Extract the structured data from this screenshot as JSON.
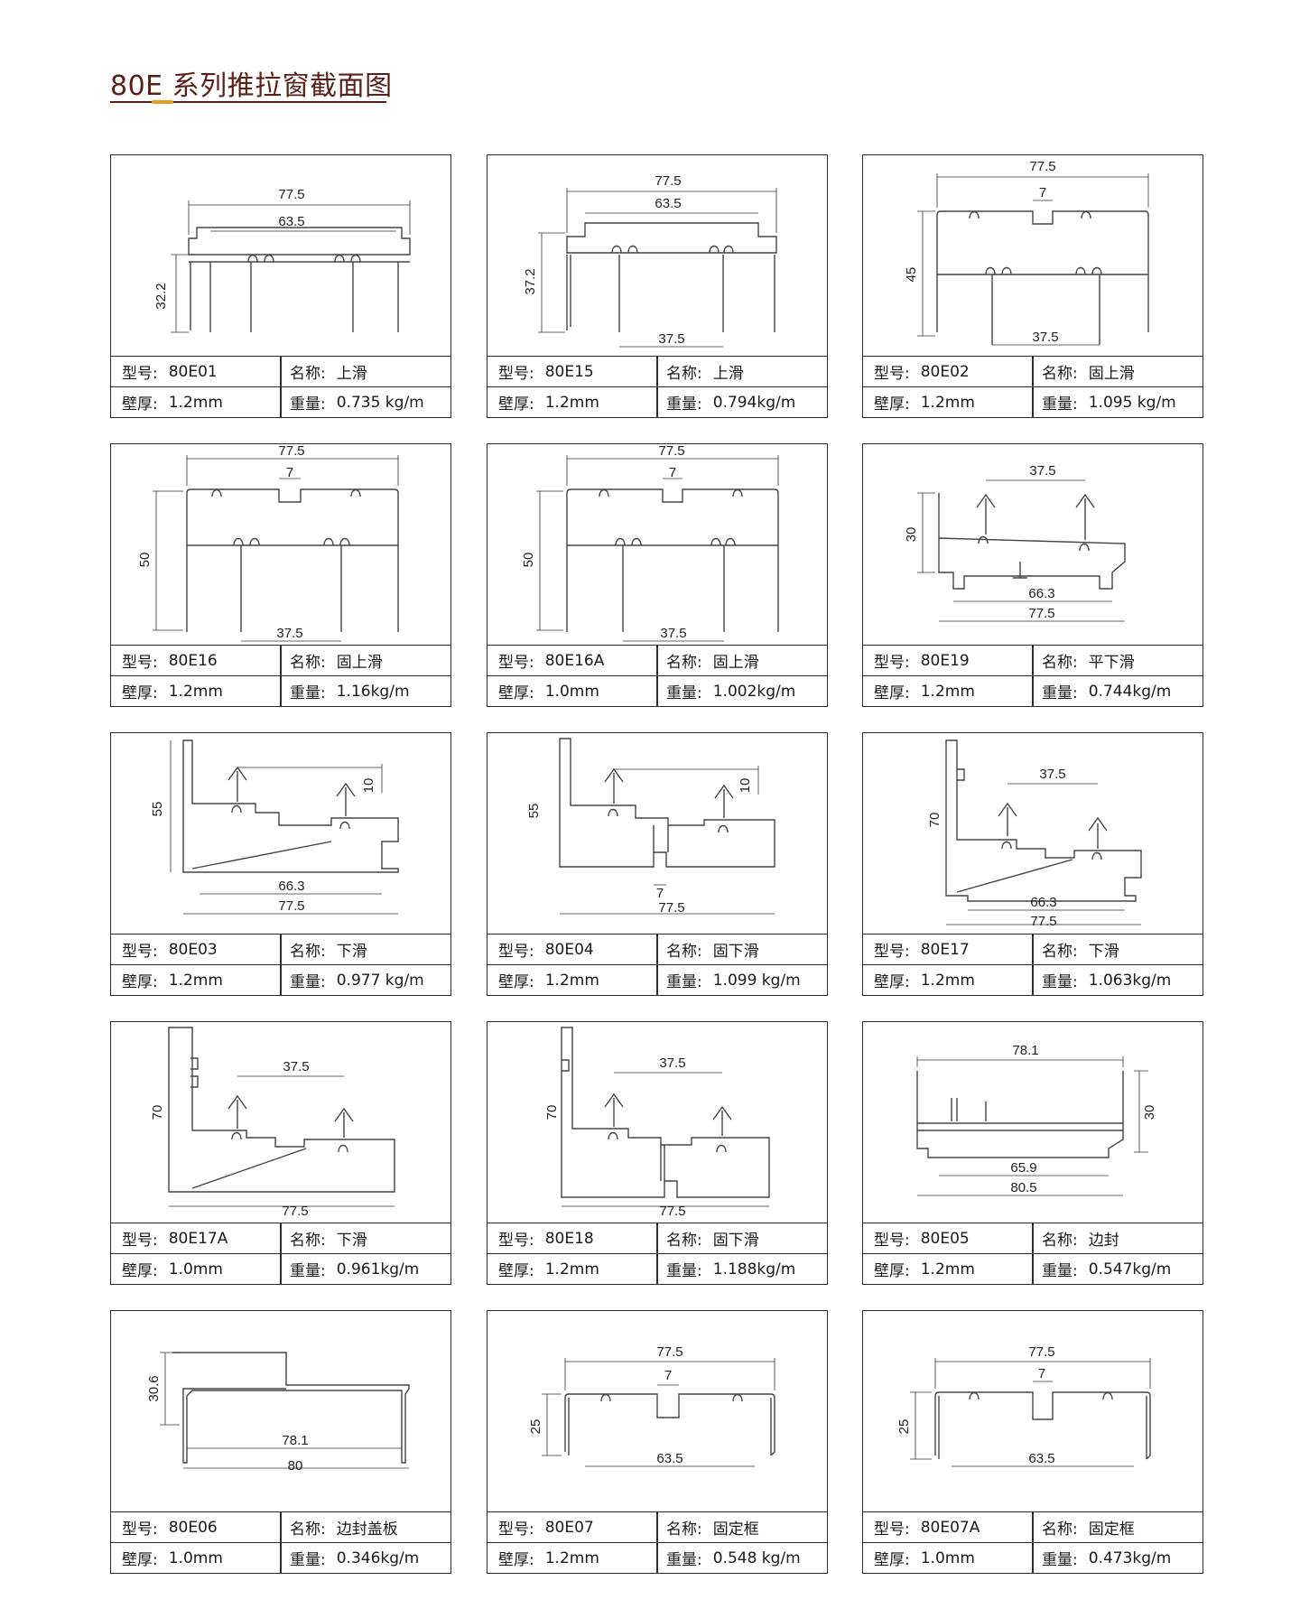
{
  "title": "80E 系列推拉窗截面图",
  "labels": {
    "model": "型号:",
    "name": "名称:",
    "thickness": "壁厚:",
    "weight": "重量:"
  },
  "profiles": [
    {
      "model": "80E01",
      "name": "上滑",
      "thickness": "1.2mm",
      "weight": "0.735 kg/m",
      "dims": [
        "77.5",
        "63.5",
        "32.2"
      ]
    },
    {
      "model": "80E15",
      "name": "上滑",
      "thickness": "1.2mm",
      "weight": "0.794kg/m",
      "dims": [
        "77.5",
        "63.5",
        "37.2",
        "37.5"
      ]
    },
    {
      "model": "80E02",
      "name": "固上滑",
      "thickness": "1.2mm",
      "weight": "1.095 kg/m",
      "dims": [
        "77.5",
        "7",
        "45",
        "37.5"
      ]
    },
    {
      "model": "80E16",
      "name": "固上滑",
      "thickness": "1.2mm",
      "weight": "1.16kg/m",
      "dims": [
        "77.5",
        "7",
        "50",
        "37.5"
      ]
    },
    {
      "model": "80E16A",
      "name": "固上滑",
      "thickness": "1.0mm",
      "weight": "1.002kg/m",
      "dims": [
        "77.5",
        "7",
        "50",
        "37.5"
      ]
    },
    {
      "model": "80E19",
      "name": "平下滑",
      "thickness": "1.2mm",
      "weight": "0.744kg/m",
      "dims": [
        "37.5",
        "30",
        "66.3",
        "77.5"
      ]
    },
    {
      "model": "80E03",
      "name": "下滑",
      "thickness": "1.2mm",
      "weight": "0.977 kg/m",
      "dims": [
        "55",
        "10",
        "66.3",
        "77.5"
      ]
    },
    {
      "model": "80E04",
      "name": "固下滑",
      "thickness": "1.2mm",
      "weight": "1.099 kg/m",
      "dims": [
        "55",
        "10",
        "7",
        "77.5"
      ]
    },
    {
      "model": "80E17",
      "name": "下滑",
      "thickness": "1.2mm",
      "weight": "1.063kg/m",
      "dims": [
        "37.5",
        "70",
        "66.3",
        "77.5"
      ]
    },
    {
      "model": "80E17A",
      "name": "下滑",
      "thickness": "1.0mm",
      "weight": "0.961kg/m",
      "dims": [
        "37.5",
        "70",
        "77.5"
      ]
    },
    {
      "model": "80E18",
      "name": "固下滑",
      "thickness": "1.2mm",
      "weight": "1.188kg/m",
      "dims": [
        "37.5",
        "70",
        "77.5"
      ]
    },
    {
      "model": "80E05",
      "name": "边封",
      "thickness": "1.2mm",
      "weight": "0.547kg/m",
      "dims": [
        "78.1",
        "30",
        "65.9",
        "80.5"
      ]
    },
    {
      "model": "80E06",
      "name": "边封盖板",
      "thickness": "1.0mm",
      "weight": "0.346kg/m",
      "dims": [
        "30.6",
        "78.1",
        "80"
      ]
    },
    {
      "model": "80E07",
      "name": "固定框",
      "thickness": "1.2mm",
      "weight": "0.548 kg/m",
      "dims": [
        "77.5",
        "7",
        "25",
        "63.5"
      ]
    },
    {
      "model": "80E07A",
      "name": "固定框",
      "thickness": "1.0mm",
      "weight": "0.473kg/m",
      "dims": [
        "77.5",
        "7",
        "25",
        "63.5"
      ]
    }
  ]
}
